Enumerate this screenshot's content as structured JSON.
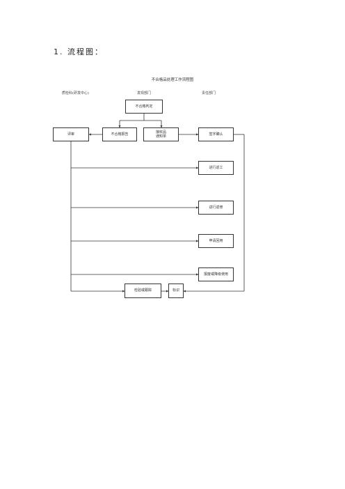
{
  "heading": "1.  流程图：",
  "chart_title": "不合格品处理工作流程图",
  "columns": {
    "qc": "质检科(研发中心)",
    "finder": "发现部门",
    "responsible": "责任部门"
  },
  "boxes": {
    "judge": "不合格判定",
    "review": "评审",
    "report": "不合格报告",
    "notice_line1": "接收品",
    "notice_line2": "通知单",
    "confirm": "签字确认",
    "rework": "进行返工",
    "repair": "进行返修",
    "apply": "申请回用",
    "scrap": "报废或降级使用",
    "inspect": "检验或跟踪",
    "mark": "标识"
  }
}
